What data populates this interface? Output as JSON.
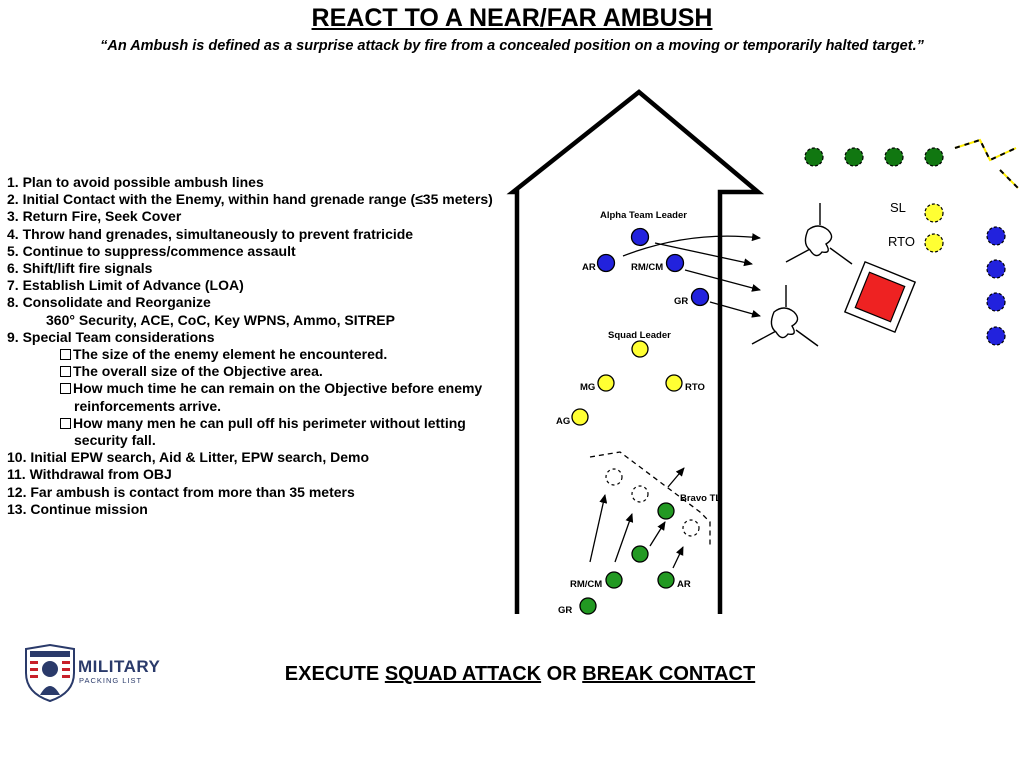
{
  "title": "REACT TO A NEAR/FAR AMBUSH",
  "quote": "“An Ambush is defined as a surprise attack by fire from a concealed position on a moving or temporarily halted target.”",
  "steps": {
    "s1": "1. Plan to avoid possible ambush lines",
    "s2": "2. Initial Contact with the Enemy, within hand grenade range (≤35 meters)",
    "s3": "3. Return Fire, Seek Cover",
    "s4": "4. Throw hand grenades, simultaneously to prevent fratricide",
    "s5": "5. Continue to suppress/commence assault",
    "s6": "6. Shift/lift fire signals",
    "s7": "7. Establish Limit of Advance (LOA)",
    "s8": "8. Consolidate and Reorganize",
    "s8a": "360° Security, ACE, CoC, Key WPNS, Ammo, SITREP",
    "s9": "9. Special Team considerations",
    "s9a": "The size of the enemy element he encountered.",
    "s9b": "The overall size of the Objective area.",
    "s9c1": "How much time he can remain on the Objective before enemy",
    "s9c2": "reinforcements arrive.",
    "s9d1": "How many men he can pull off his perimeter without letting",
    "s9d2": "security fall.",
    "s10": "10. Initial EPW search, Aid & Litter, EPW search, Demo",
    "s11": "11. Withdrawal from OBJ",
    "s12": "12. Far ambush is contact from more than 35 meters",
    "s13": "13. Continue mission"
  },
  "diagram": {
    "labels": {
      "alpha_tl": "Alpha Team Leader",
      "ar_blue": "AR",
      "rmcm_blue": "RM/CM",
      "gr_blue": "GR",
      "squad_leader": "Squad Leader",
      "mg": "MG",
      "rto_yellow": "RTO",
      "ag": "AG",
      "bravo_tl": "Bravo TL",
      "rmcm_green": "RM/CM",
      "ar_green": "AR",
      "gr_green": "GR",
      "sl_right": "SL",
      "rto_right": "RTO"
    },
    "colors": {
      "blue": "#2222dd",
      "yellow": "#ffff33",
      "green": "#229922",
      "dark_green": "#117711",
      "enemy_red": "#ee2222"
    }
  },
  "execute": {
    "prefix": "EXECUTE ",
    "option1": "SQUAD ATTACK",
    "or": " OR ",
    "option2": "BREAK CONTACT"
  },
  "logo": {
    "line1": "MILITARY",
    "line2": "PACKING LIST"
  }
}
